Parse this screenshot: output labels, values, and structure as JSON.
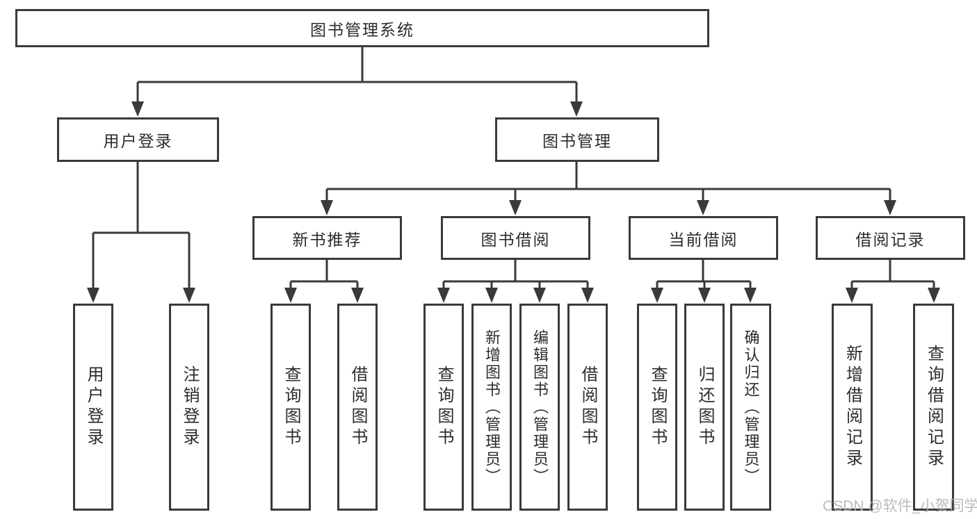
{
  "nodes": {
    "root": "图书管理系统",
    "level1": [
      "用户登录",
      "图书管理"
    ],
    "level2": [
      "新书推荐",
      "图书借阅",
      "当前借阅",
      "借阅记录"
    ],
    "leaves": {
      "group1": [
        "用户登录",
        "注销登录"
      ],
      "group2": [
        "查询图书",
        "借阅图书"
      ],
      "group3": [
        "查询图书",
        "新增图书（管理员）",
        "编辑图书（管理员）",
        "借阅图书"
      ],
      "group4": [
        "查询图书",
        "归还图书",
        "确认归还（管理员）"
      ],
      "group5": [
        "新增借阅记录",
        "查询借阅记录"
      ]
    }
  },
  "watermark": "CSDN @软件_小贺同学",
  "colors": {
    "line": "#3a3a3a",
    "text": "#2c2c2c",
    "watermark": "#b3b3b3",
    "background": "#ffffff"
  }
}
